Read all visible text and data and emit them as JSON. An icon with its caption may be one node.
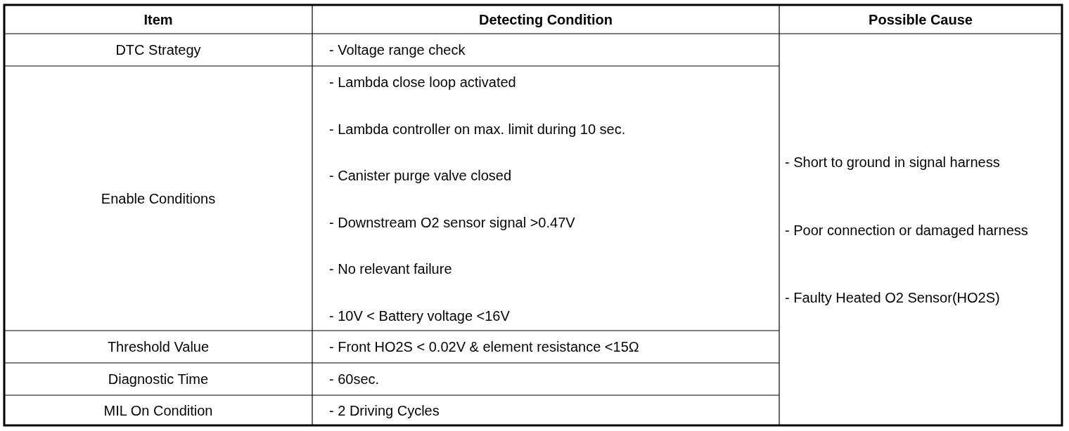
{
  "diagram": {
    "labels": [
      "Item",
      "Detecting Condition",
      "Possible Cause",
      "DTC Strategy",
      "- Voltage range check",
      "- Short to ground in signal harness",
      "- Poor connection or damaged harness",
      "- Faulty Heated O2 Sensor(HO2S)",
      "Enable Conditions",
      "- Lambda close loop activated",
      "- Lambda controller on max. limit during 10 sec.",
      "- Canister purge valve closed",
      "- Downstream O2 sensor signal >0.47V",
      "- No relevant failure",
      "- 10V < Battery voltage <16V",
      "Threshold Value",
      "- Front HO2S < 0.02V & element resistance <15Ω",
      "Diagnostic Time",
      "- 60sec.",
      "MIL On Condition",
      "- 2 Driving Cycles"
    ]
  }
}
